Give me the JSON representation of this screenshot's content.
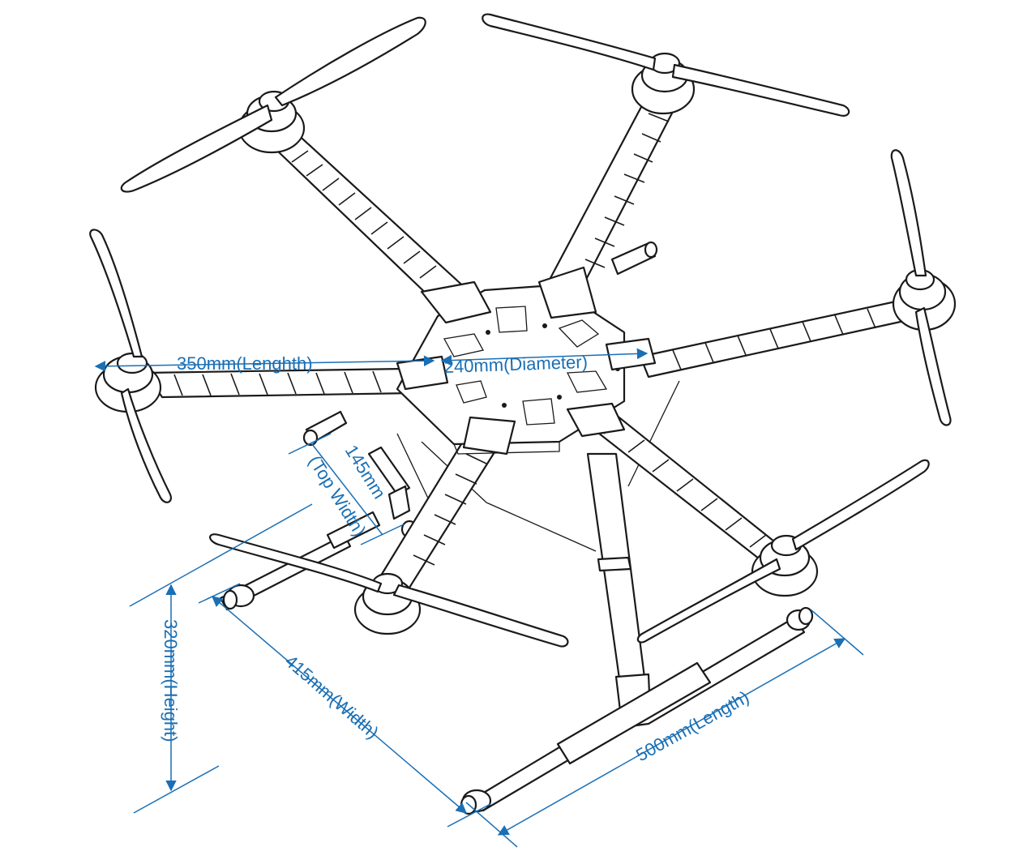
{
  "diagram": {
    "dimensions": {
      "arm_length": "350mm(Lenghth)",
      "center_diameter": "240mm(Diameter)",
      "top_width_value": "145mm",
      "top_width_label": "(Top Width)",
      "height": "320mm(Height)",
      "width": "415mm(Width)",
      "length": "500mm(Length)"
    },
    "colors": {
      "line": "#1a1a1a",
      "dimension": "#1a6fb5",
      "background": "#ffffff"
    },
    "components": [
      "hexacopter-frame",
      "center-plate",
      "arm",
      "motor",
      "propeller",
      "landing-gear"
    ],
    "arm_count": 6
  }
}
